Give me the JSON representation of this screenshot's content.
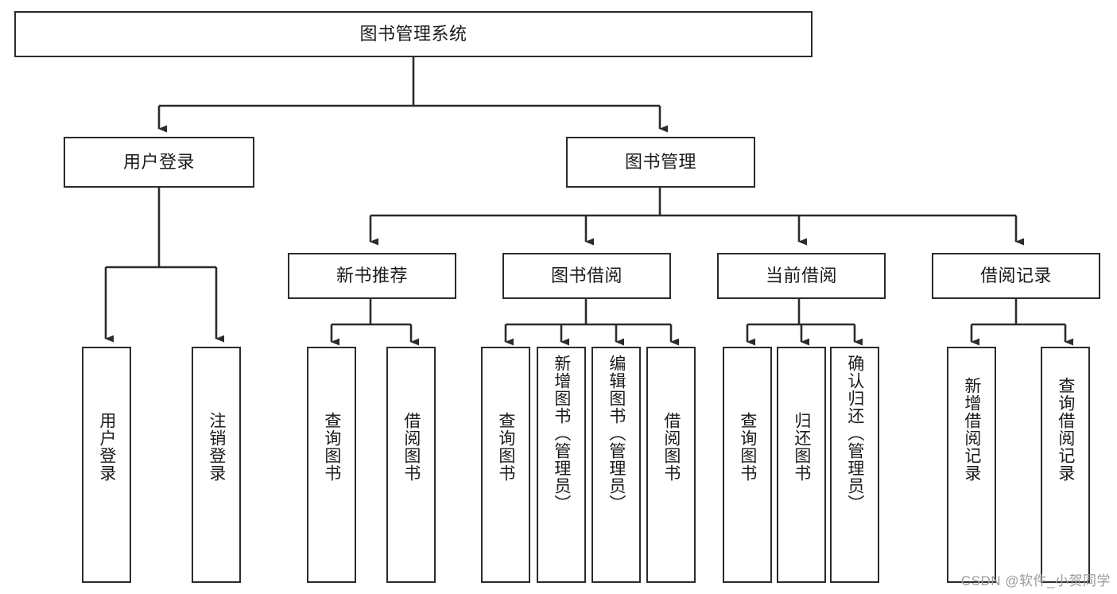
{
  "diagram": {
    "title": "图书管理系统",
    "type": "tree-hierarchy-diagram",
    "colors": {
      "box_border": "#2b2b2b",
      "box_fill": "#ffffff",
      "edge": "#2b2b2b",
      "text": "#1a1a1a",
      "watermark": "#9a9a9a",
      "background": "#ffffff"
    },
    "nodes": {
      "root": {
        "label": "图书管理系统"
      },
      "level2": [
        {
          "label": "用户登录"
        },
        {
          "label": "图书管理"
        }
      ],
      "level3": [
        {
          "label": "新书推荐"
        },
        {
          "label": "图书借阅"
        },
        {
          "label": "当前借阅"
        },
        {
          "label": "借阅记录"
        }
      ],
      "leaves": {
        "user_login": [
          {
            "label": "用户登录"
          },
          {
            "label": "注销登录"
          }
        ],
        "new_book_recommend": [
          {
            "label": "查询图书"
          },
          {
            "label": "借阅图书"
          }
        ],
        "book_borrow": [
          {
            "label": "查询图书"
          },
          {
            "label": "新增图书（管理员）"
          },
          {
            "label": "编辑图书（管理员）"
          },
          {
            "label": "借阅图书"
          }
        ],
        "current_borrow": [
          {
            "label": "查询图书"
          },
          {
            "label": "归还图书"
          },
          {
            "label": "确认归还（管理员）"
          }
        ],
        "borrow_record": [
          {
            "label": "新增借阅记录"
          },
          {
            "label": "查询借阅记录"
          }
        ]
      }
    },
    "watermark": "CSDN @软件_小贺同学"
  }
}
